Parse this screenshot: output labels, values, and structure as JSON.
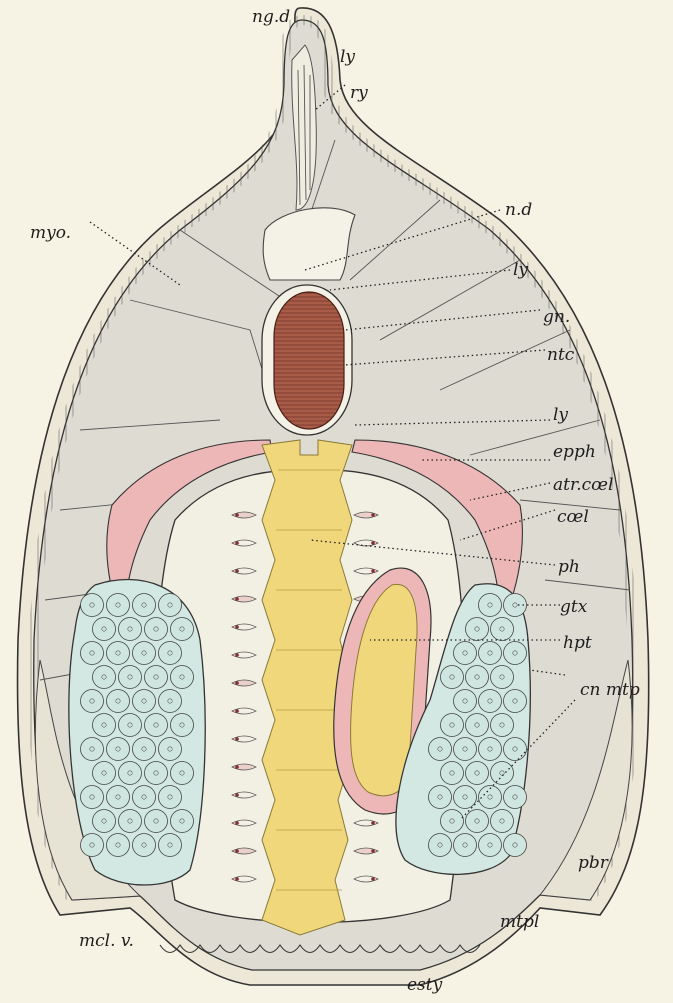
{
  "figure": {
    "colors": {
      "background": "#f7f3e4",
      "body_fill": "#dedcd2",
      "notochord": "#a85a45",
      "yellow_tissue": "#f1d77c",
      "pink_coelom": "#eeb7b7",
      "blue_gonad": "#d3e7e3",
      "outline": "#333333"
    },
    "labels": {
      "ngd": "ng.d",
      "ly_top": "ly",
      "ry": "ry",
      "nd": "n.d",
      "myo": "myo.",
      "ly_mid": "ly",
      "gn": "gn.",
      "ntc": "ntc",
      "ly_low": "ly",
      "epph": "epph",
      "atrcoel": "atr.cœl",
      "coel": "cœl",
      "ph": "ph",
      "gtx": "gtx",
      "hpt": "hpt",
      "cnmtp": "cn mtp",
      "pbr": "pbr",
      "mtpl": "mtpl",
      "mclv": "mcl. v.",
      "esty": "esty"
    }
  }
}
